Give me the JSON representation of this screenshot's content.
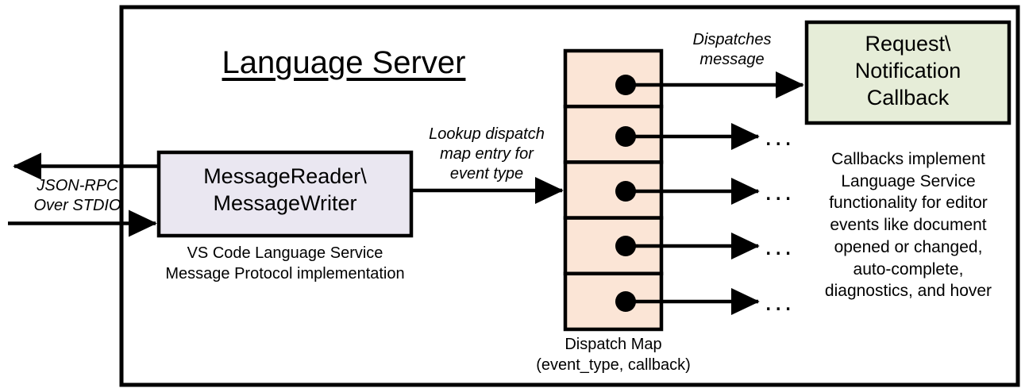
{
  "diagram": {
    "title": "Language Server",
    "outer_frame": {
      "label": "language-server-boundary"
    },
    "colors": {
      "message_io_box_fill": "#EAE7F1",
      "dispatch_map_fill": "#FBE5D6",
      "callback_box_fill": "#E6EDD8",
      "stroke": "#000000",
      "background": "#FFFFFF"
    },
    "external_channel": {
      "label": "JSON-RPC\nOver STDIO",
      "outbound_arrow": "arrow-out-to-client",
      "inbound_arrow": "arrow-in-from-client"
    },
    "message_io": {
      "label": "MessageReader\\\nMessageWriter",
      "caption": "VS Code Language Service\nMessage Protocol implementation"
    },
    "lookup_edge": {
      "label": "Lookup dispatch\nmap entry for\nevent type"
    },
    "dispatch_map": {
      "caption": "Dispatch Map\n(event_type, callback)",
      "entry_count": 5,
      "entries": [
        {
          "index": 1,
          "target": "Request\\Notification Callback",
          "edge_label": "Dispatches\nmessage",
          "trailing": ""
        },
        {
          "index": 2,
          "target": "",
          "edge_label": "",
          "trailing": "..."
        },
        {
          "index": 3,
          "target": "",
          "edge_label": "",
          "trailing": "..."
        },
        {
          "index": 4,
          "target": "",
          "edge_label": "",
          "trailing": "..."
        },
        {
          "index": 5,
          "target": "",
          "edge_label": "",
          "trailing": "..."
        }
      ]
    },
    "callback_box": {
      "label": "Request\\\nNotification\nCallback",
      "description": "Callbacks implement\nLanguage Service\nfunctionality for editor\nevents like document\nopened or changed,\nauto-complete,\ndiagnostics, and hover"
    }
  }
}
